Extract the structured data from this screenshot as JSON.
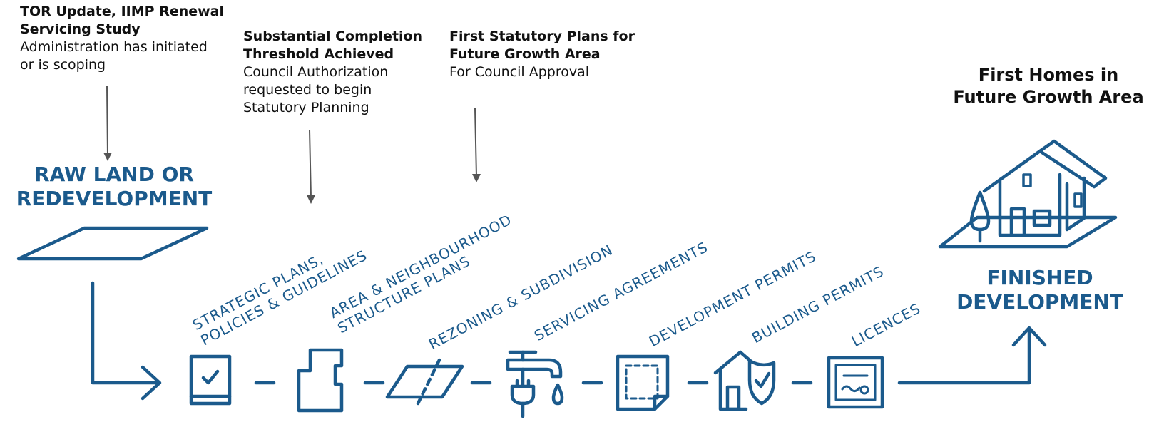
{
  "notes": [
    {
      "title_l1": "TOR Update, IIMP Renewal",
      "title_l2": "Servicing Study",
      "desc_l1": "Administration has initiated",
      "desc_l2": "or is scoping"
    },
    {
      "title_l1": "Substantial Completion",
      "title_l2": "Threshold Achieved",
      "desc_l1": "Council Authorization",
      "desc_l2": "requested to begin",
      "desc_l3": "Statutory Planning"
    },
    {
      "title_l1": "First Statutory Plans for",
      "title_l2": "Future Growth Area",
      "desc_l1": "For Council Approval"
    }
  ],
  "goal": {
    "l1": "First Homes in",
    "l2": "Future Growth Area"
  },
  "start": {
    "l1": "RAW LAND OR",
    "l2": "REDEVELOPMENT"
  },
  "end": {
    "l1": "FINISHED",
    "l2": "DEVELOPMENT"
  },
  "steps": [
    {
      "l1": "STRATEGIC PLANS,",
      "l2": "POLICIES & GUIDELINES",
      "icon": "book-check-icon"
    },
    {
      "l1": "AREA & NEIGHBOURHOOD",
      "l2": "STRUCTURE PLANS",
      "icon": "land-parcel-icon"
    },
    {
      "l1": "REZONING & SUBDIVISION",
      "l2": "",
      "icon": "parcel-split-icon"
    },
    {
      "l1": "SERVICING AGREEMENTS",
      "l2": "",
      "icon": "faucet-plug-icon"
    },
    {
      "l1": "DEVELOPMENT PERMITS",
      "l2": "",
      "icon": "permit-document-icon"
    },
    {
      "l1": "BUILDING PERMITS",
      "l2": "",
      "icon": "house-shield-icon"
    },
    {
      "l1": "LICENCES",
      "l2": "",
      "icon": "certificate-icon"
    }
  ],
  "colors": {
    "brand": "#1b5a8c",
    "arrow": "#555555",
    "text": "#111111"
  }
}
